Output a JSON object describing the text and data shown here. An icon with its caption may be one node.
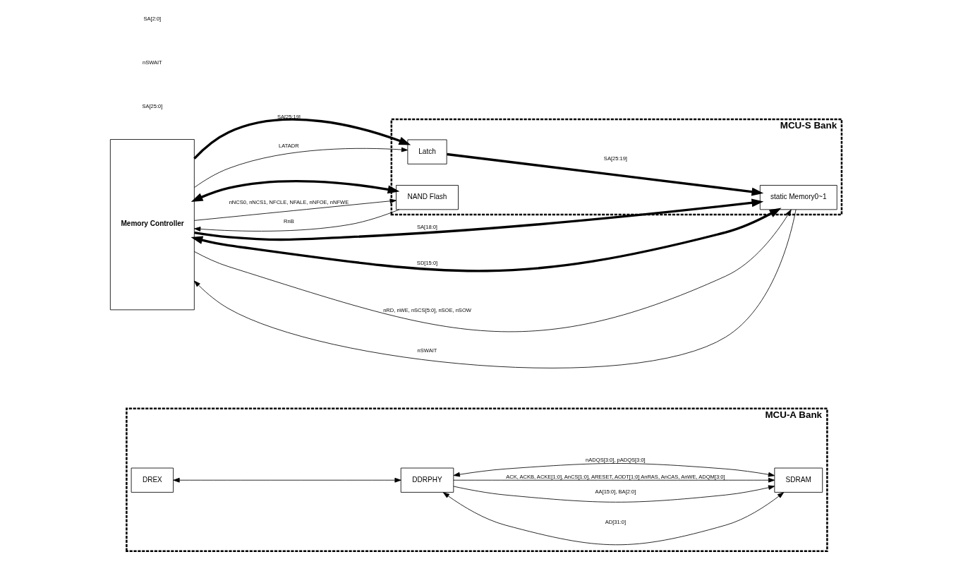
{
  "diagram": {
    "nodes": [
      {
        "text": [
          "MCU-A Bank"
        ]
      },
      {
        "text": [
          "DREX"
        ],
        "in": 0
      },
      {
        "text": [
          "DDRPHY"
        ],
        "in": 0
      },
      {
        "text": [
          "SDRAM"
        ],
        "in": 0
      },
      {
        "text": [
          "Memory Controller"
        ]
      },
      {
        "text": [
          "MCU-S Bank"
        ]
      },
      {
        "text": [
          "Latch"
        ],
        "in": 5
      },
      {
        "text": [
          "static Memory0~1"
        ],
        "in": 5
      },
      {
        "text": [
          "NAND Flash"
        ],
        "in": 5
      }
    ],
    "edges": [
      {
        "from": 1,
        "to": 2,
        "arrow": "both"
      },
      {
        "from": 2,
        "to": 3,
        "arrow": "both",
        "label": "AD[31:0]"
      },
      {
        "from": 2,
        "to": 3,
        "arrow": "to",
        "label": "AA[15:0], BA[2:0]"
      },
      {
        "from": 2,
        "to": 3,
        "arrow": "to",
        "label": "ACK, ACKB, ACKE[1:0], AnCS[1:0], ARESET, AODT[1:0] AnRAS, AnCAS, AnWE, ADQM[3:0]"
      },
      {
        "from": 2,
        "to": 3,
        "arrow": "both",
        "label": "nADQS[3:0], pADQS[3:0]"
      },
      {
        "from": 4,
        "to": 7,
        "arrow": "to",
        "style": "thick",
        "label": "SA[18:0]"
      },
      {
        "from": 4,
        "to": 6,
        "arrow": "to",
        "style": "thick",
        "label": "SA[25:19]"
      },
      {
        "from": 6,
        "to": 7,
        "arrow": "to",
        "style": "thick",
        "label": "SA[25:19]"
      },
      {
        "from": 4,
        "to": 6,
        "arrow": "to",
        "label": "LATADR"
      },
      {
        "from": 4,
        "to": 7,
        "arrow": "both",
        "style": "thick",
        "label": "SD[15:0]"
      },
      {
        "from": 4,
        "to": 8,
        "arrow": "both",
        "style": "thick"
      },
      {
        "from": 4,
        "to": 7,
        "arrow": "to",
        "label": "nRD, nWE, nSCS[5:0], nSOE, nSOW"
      },
      {
        "from": 7,
        "to": 4,
        "arrow": "to",
        "label": "nSWAIT"
      },
      {
        "from": 4,
        "to": 8,
        "arrow": "to",
        "label": "nNCS0, nNCS1, NFCLE, NFALE, nNFOE, nNFWE"
      },
      {
        "from": 8,
        "to": 4,
        "arrow": "to",
        "label": "RnB"
      }
    ],
    "labels": [
      "SA[25:0]",
      "nSWAIT",
      "SA[2:0]"
    ]
  }
}
